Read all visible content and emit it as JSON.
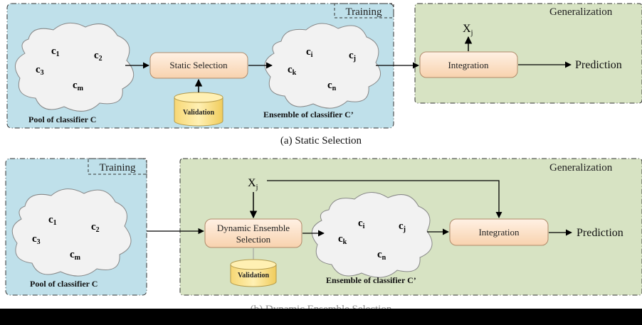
{
  "panel_a": {
    "training_label": "Training",
    "generalization_label": "Generalization",
    "pool": {
      "items": [
        "c",
        "c",
        "c",
        "c"
      ],
      "subs": [
        "1",
        "2",
        "3",
        "m"
      ],
      "caption": "Pool of classifier C"
    },
    "selection_label": "Static Selection",
    "validation_label": "Validation",
    "ensemble": {
      "items": [
        "c",
        "c",
        "c",
        "c"
      ],
      "subs": [
        "i",
        "j",
        "k",
        "n"
      ],
      "caption": "Ensemble of classifier C’"
    },
    "integration_label": "Integration",
    "input_label": "X",
    "input_sub": "j",
    "output_label": "Prediction",
    "caption": "(a) Static Selection"
  },
  "panel_b": {
    "training_label": "Training",
    "generalization_label": "Generalization",
    "pool": {
      "items": [
        "c",
        "c",
        "c",
        "c"
      ],
      "subs": [
        "1",
        "2",
        "3",
        "m"
      ],
      "caption": "Pool of classifier C"
    },
    "selection_label_line1": "Dynamic Ensemble",
    "selection_label_line2": "Selection",
    "validation_label": "Validation",
    "ensemble": {
      "items": [
        "c",
        "c",
        "c",
        "c"
      ],
      "subs": [
        "i",
        "j",
        "k",
        "n"
      ],
      "caption": "Ensemble of classifier C’"
    },
    "integration_label": "Integration",
    "input_label": "X",
    "input_sub": "j",
    "output_label": "Prediction",
    "caption": "(b) Dynamic Ensemble Selection"
  },
  "colors": {
    "training_bg": "#bfe0ea",
    "generalization_bg": "#d7e3c3",
    "box_fill": "#fde3cc",
    "cylinder_fill": "#fde79c",
    "cloud_fill": "#f2f2f2"
  }
}
